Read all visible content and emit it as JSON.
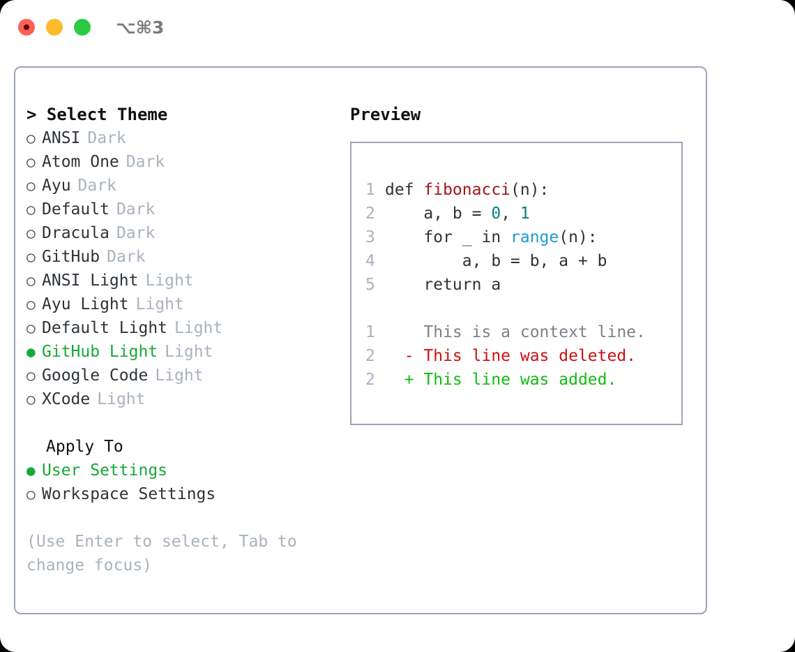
{
  "titlebar": {
    "shortcut": "⌥⌘3",
    "buttons": [
      {
        "name": "close",
        "color": "#fc6058"
      },
      {
        "name": "minimize",
        "color": "#fcbc2c"
      },
      {
        "name": "maximize",
        "color": "#2acb42"
      }
    ]
  },
  "theme_picker": {
    "heading": "> Select Theme",
    "items": [
      {
        "bullet": "○",
        "name": "ANSI",
        "category": "Dark",
        "selected": false
      },
      {
        "bullet": "○",
        "name": "Atom One",
        "category": "Dark",
        "selected": false
      },
      {
        "bullet": "○",
        "name": "Ayu",
        "category": "Dark",
        "selected": false
      },
      {
        "bullet": "○",
        "name": "Default",
        "category": "Dark",
        "selected": false
      },
      {
        "bullet": "○",
        "name": "Dracula",
        "category": "Dark",
        "selected": false
      },
      {
        "bullet": "○",
        "name": "GitHub",
        "category": "Dark",
        "selected": false
      },
      {
        "bullet": "○",
        "name": "ANSI Light",
        "category": "Light",
        "selected": false
      },
      {
        "bullet": "○",
        "name": "Ayu Light",
        "category": "Light",
        "selected": false
      },
      {
        "bullet": "○",
        "name": "Default Light",
        "category": "Light",
        "selected": false
      },
      {
        "bullet": "●",
        "name": "GitHub Light",
        "category": "Light",
        "selected": true
      },
      {
        "bullet": "○",
        "name": "Google Code",
        "category": "Light",
        "selected": false
      },
      {
        "bullet": "○",
        "name": "XCode",
        "category": "Light",
        "selected": false
      }
    ]
  },
  "apply_to": {
    "heading": "Apply To",
    "options": [
      {
        "bullet": "●",
        "label": "User Settings",
        "selected": true
      },
      {
        "bullet": "○",
        "label": "Workspace Settings",
        "selected": false
      }
    ]
  },
  "hint": "(Use Enter to select, Tab to change focus)",
  "preview": {
    "heading": "Preview",
    "code_lines": [
      {
        "number": "1",
        "tokens": [
          {
            "text": "def ",
            "type": "plain"
          },
          {
            "text": "fibonacci",
            "type": "fn"
          },
          {
            "text": "(n):",
            "type": "plain"
          }
        ]
      },
      {
        "number": "2",
        "tokens": [
          {
            "text": "    a, b = ",
            "type": "plain"
          },
          {
            "text": "0",
            "type": "num"
          },
          {
            "text": ", ",
            "type": "plain"
          },
          {
            "text": "1",
            "type": "num"
          }
        ]
      },
      {
        "number": "3",
        "tokens": [
          {
            "text": "    for _ in ",
            "type": "plain"
          },
          {
            "text": "range",
            "type": "call"
          },
          {
            "text": "(n):",
            "type": "plain"
          }
        ]
      },
      {
        "number": "4",
        "tokens": [
          {
            "text": "        a, b = b, a + b",
            "type": "plain"
          }
        ]
      },
      {
        "number": "5",
        "tokens": [
          {
            "text": "    return a",
            "type": "plain"
          }
        ]
      }
    ],
    "diff_lines": [
      {
        "number": "1",
        "marker": "  ",
        "text": "This is a context line.",
        "type": "context"
      },
      {
        "number": "2",
        "marker": "- ",
        "text": "This line was deleted.",
        "type": "deleted"
      },
      {
        "number": "2",
        "marker": "+ ",
        "text": "This line was added.",
        "type": "added"
      }
    ]
  },
  "colors": {
    "accent_green": "#17a93a",
    "muted": "#a9b2be",
    "border": "#9aa4b4",
    "fn_red": "#a01818",
    "num_teal": "#00827f",
    "call_blue": "#1b9ccf",
    "diff_add": "#12bb12",
    "diff_del": "#cc1111"
  }
}
